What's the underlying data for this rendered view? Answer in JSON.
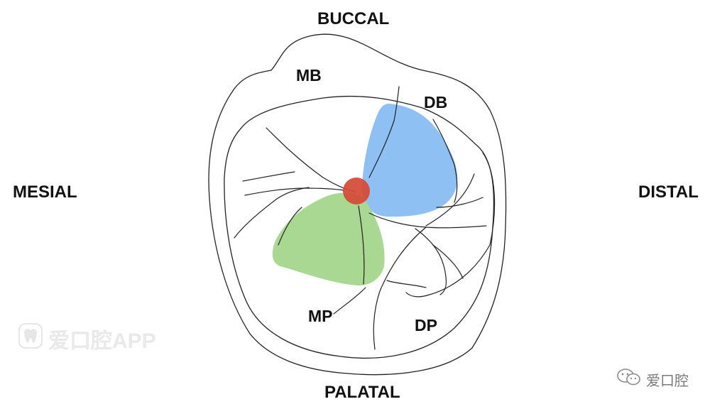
{
  "orientation": {
    "top": "BUCCAL",
    "bottom": "PALATAL",
    "left": "MESIAL",
    "right": "DISTAL"
  },
  "cusps": {
    "mb": "MB",
    "db": "DB",
    "mp": "MP",
    "dp": "DP"
  },
  "highlights": {
    "db_color": "#8fc0f3",
    "mp_color": "#a9d892",
    "center_color": "#d44a36"
  },
  "watermarks": {
    "left_text": "爱口腔APP",
    "left_icon": "tooth-icon",
    "right_text": "爱口腔",
    "right_icon": "wechat-icon"
  }
}
